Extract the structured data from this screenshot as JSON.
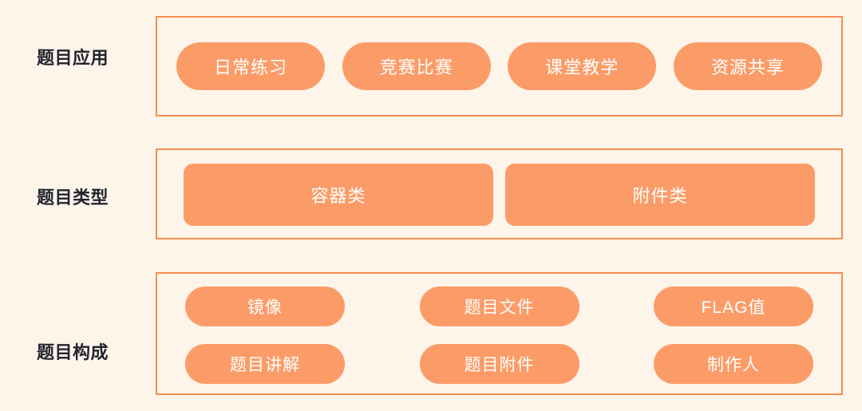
{
  "theme": {
    "background": "#FDF4EA",
    "border_color": "#F08E52",
    "node_fill": "#FB9C68",
    "node_text": "#FFFFFF",
    "label_text": "#22242E"
  },
  "diagram": {
    "type": "layered-block-diagram",
    "rows": [
      {
        "id": "application",
        "label": "题目应用",
        "shape": "pill",
        "items": [
          {
            "label": "日常练习"
          },
          {
            "label": "竞赛比赛"
          },
          {
            "label": "课堂教学"
          },
          {
            "label": "资源共享"
          }
        ]
      },
      {
        "id": "type",
        "label": "题目类型",
        "shape": "rounded-rect",
        "items": [
          {
            "label": "容器类"
          },
          {
            "label": "附件类"
          }
        ]
      },
      {
        "id": "composition",
        "label": "题目构成",
        "shape": "pill",
        "items": [
          {
            "label": "镜像"
          },
          {
            "label": "题目文件"
          },
          {
            "label": "FLAG值"
          },
          {
            "label": "题目讲解"
          },
          {
            "label": "题目附件"
          },
          {
            "label": "制作人"
          }
        ]
      }
    ]
  }
}
